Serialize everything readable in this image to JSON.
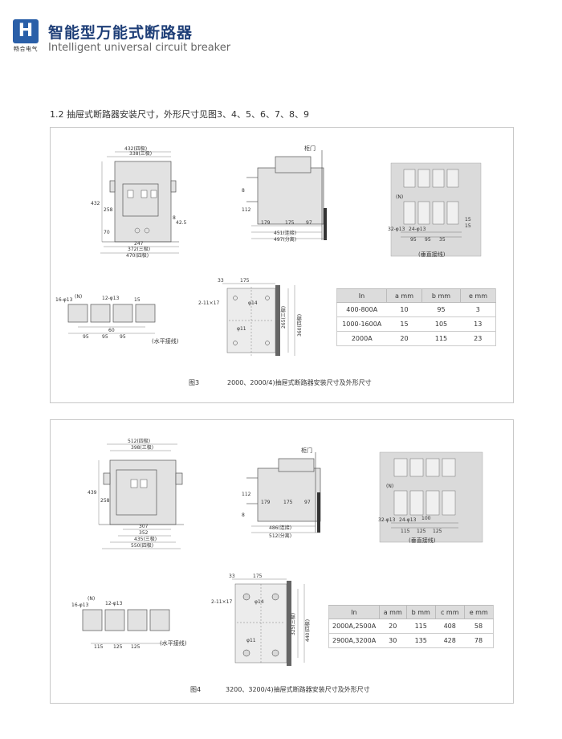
{
  "header": {
    "logo_letter": "H",
    "logo_text": "畅合电气",
    "title_cn": "智能型万能式断路器",
    "title_en": "Intelligent universal circuit breaker"
  },
  "section_title": "1.2 抽屉式断路器安装尺寸，外形尺寸见图3、4、5、6、7、8、9",
  "fig3": {
    "caption_num": "图3",
    "caption": "2000、2000/4)抽屉式断路器安装尺寸及外形尺寸",
    "cabinet_door": "柜门",
    "vertical_wiring": "(垂直接线)",
    "horizontal_wiring": "(水平接线)",
    "dims_front": [
      "432(四极)",
      "338(三极)",
      "432",
      "258",
      "70",
      "8",
      "42.5",
      "247",
      "372(三极)",
      "470(四极)"
    ],
    "dims_side": [
      "112",
      "8",
      "179",
      "175",
      "97",
      "451(连接)",
      "497(分离)"
    ],
    "dims_hole": [
      "33",
      "175",
      "2-11×17",
      "φ14",
      "φ11",
      "265(三极)",
      "360(四极)"
    ],
    "dims_horizontal": [
      "16-φ13",
      "(N)",
      "12-φ13",
      "15",
      "95",
      "95",
      "95",
      "60"
    ],
    "dims_vertical": [
      "(N)",
      "32-φ13",
      "24-φ13",
      "95",
      "95",
      "35",
      "15",
      "15"
    ],
    "table": {
      "headers": [
        "In",
        "a mm",
        "b mm",
        "e mm"
      ],
      "rows": [
        [
          "400-800A",
          "10",
          "95",
          "3"
        ],
        [
          "1000-1600A",
          "15",
          "105",
          "13"
        ],
        [
          "2000A",
          "20",
          "115",
          "23"
        ]
      ]
    }
  },
  "fig4": {
    "caption_num": "图4",
    "caption": "3200、3200/4)抽屉式断路器安装尺寸及外形尺寸",
    "cabinet_door": "柜门",
    "vertical_wiring": "(垂直接线)",
    "horizontal_wiring": "(水平接线)",
    "dims_front": [
      "512(四极)",
      "398(三极)",
      "439",
      "258",
      "307",
      "352",
      "435(三极)",
      "550(四极)"
    ],
    "dims_side": [
      "112",
      "8",
      "179",
      "175",
      "97",
      "486(连接)",
      "512(分离)"
    ],
    "dims_hole": [
      "33",
      "175",
      "2-11×17",
      "φ14",
      "φ11",
      "325(三极)",
      "440(四极)"
    ],
    "dims_horizontal": [
      "16-φ13",
      "(N)",
      "12-φ13",
      "115",
      "125",
      "125"
    ],
    "dims_vertical": [
      "(N)",
      "32-φ13",
      "24-φ13",
      "115",
      "125",
      "125",
      "100"
    ],
    "table": {
      "headers": [
        "In",
        "a mm",
        "b mm",
        "c mm",
        "e mm"
      ],
      "rows": [
        [
          "2000A,2500A",
          "20",
          "115",
          "408",
          "58"
        ],
        [
          "2900A,3200A",
          "30",
          "135",
          "428",
          "78"
        ]
      ]
    }
  }
}
